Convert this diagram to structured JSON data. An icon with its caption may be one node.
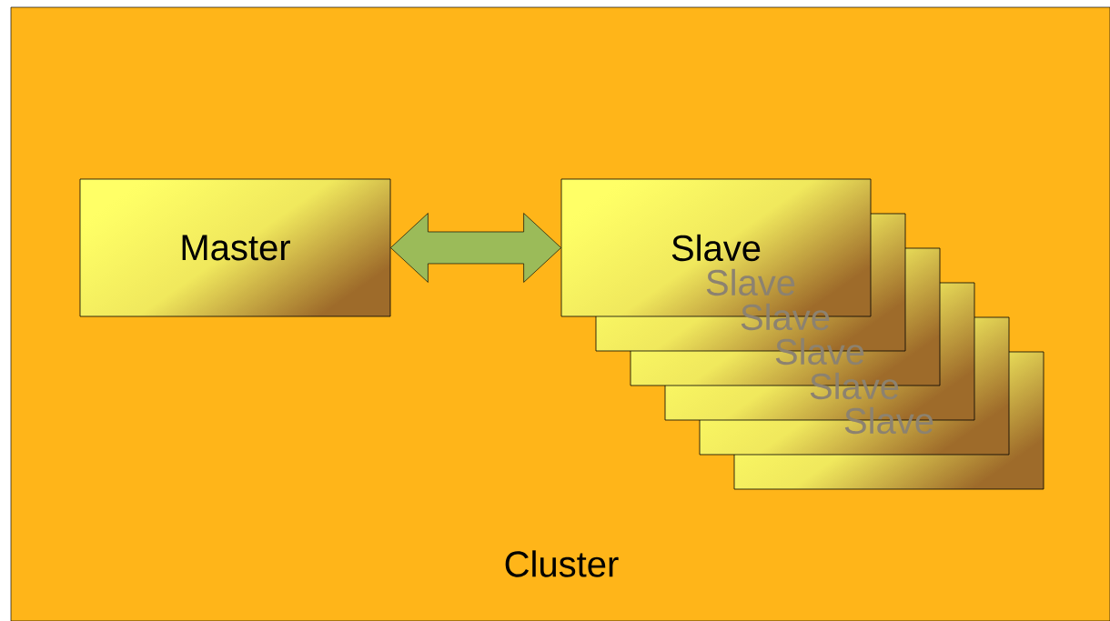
{
  "diagram": {
    "nodes": [
      {
        "text": [
          "Cluster"
        ]
      },
      {
        "text": [
          "Master"
        ],
        "in": 0
      },
      {
        "text": [
          "Slave"
        ],
        "in": 0
      },
      {
        "text": [
          "Slave"
        ],
        "in": 0
      },
      {
        "text": [
          "Slave"
        ],
        "in": 0
      },
      {
        "text": [
          "Slave"
        ],
        "in": 0
      },
      {
        "text": [
          "Slave"
        ],
        "in": 0
      },
      {
        "text": [
          "Slave"
        ],
        "in": 0
      }
    ],
    "edges": [
      {
        "from": 1,
        "to": 2,
        "arrow": "both",
        "color": "#9bbb59"
      }
    ]
  }
}
